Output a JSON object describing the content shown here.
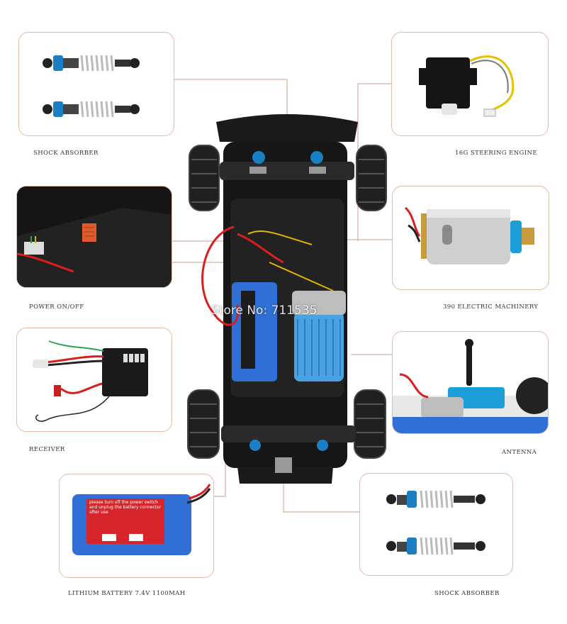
{
  "labels": {
    "shock_top": "SHOCK ABSORBER",
    "steering": "16G STEERING ENGINE",
    "power": "POWER ON/OFF",
    "motor": "390 ELECTRIC MACHINERY",
    "receiver": "RECEIVER",
    "antenna": "ANTENNA",
    "battery": "LITHIUM BATTERY 7.4V 1100MAH",
    "shock_bottom": "SHOCK ABSORBER"
  },
  "battery_sticker": "please turn off the power switch and unplug the battery connector after use",
  "watermark": "Store No: 711535",
  "colors": {
    "panel_border": "#e8b9a4",
    "leader_line": "#c9a08c",
    "battery_blue": "#2f6fd6",
    "sticker_red": "#d8242b",
    "shock_blue": "#1b7fc4"
  }
}
